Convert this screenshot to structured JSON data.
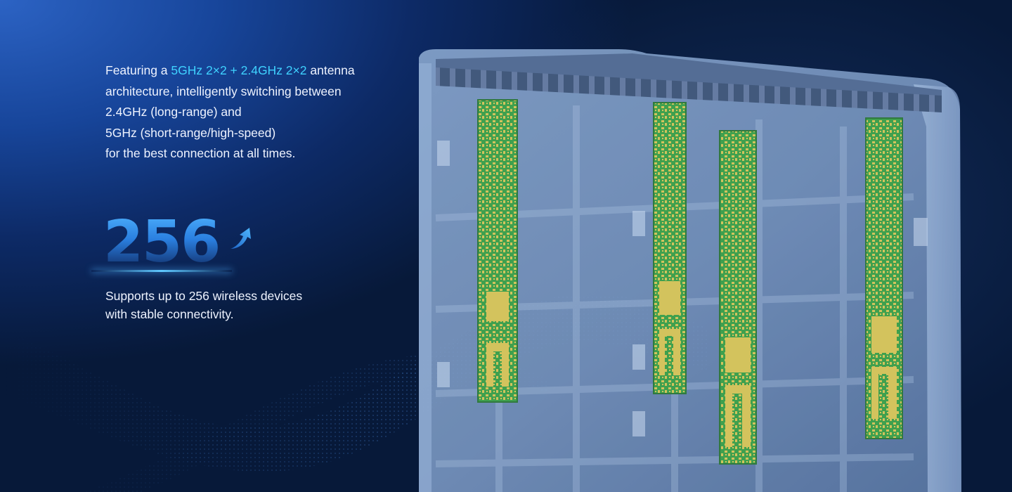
{
  "feature": {
    "prefix": "Featuring a ",
    "highlight": "5GHz 2×2 + 2.4GHz 2×2",
    "suffix": " antenna",
    "lines": [
      "architecture, intelligently switching between",
      "2.4GHz (long-range) and",
      "5GHz (short-range/high-speed)",
      "for the best connection at all times."
    ]
  },
  "stat": {
    "number": "256",
    "arrow_icon": "up-arrow-icon",
    "lines": [
      "Supports up to 256 wireless devices",
      "with stable connectivity."
    ]
  },
  "colors": {
    "highlight": "#3fd2ff",
    "pcb_green": "#2f9a3a",
    "antenna_gold": "#d8c24a"
  }
}
